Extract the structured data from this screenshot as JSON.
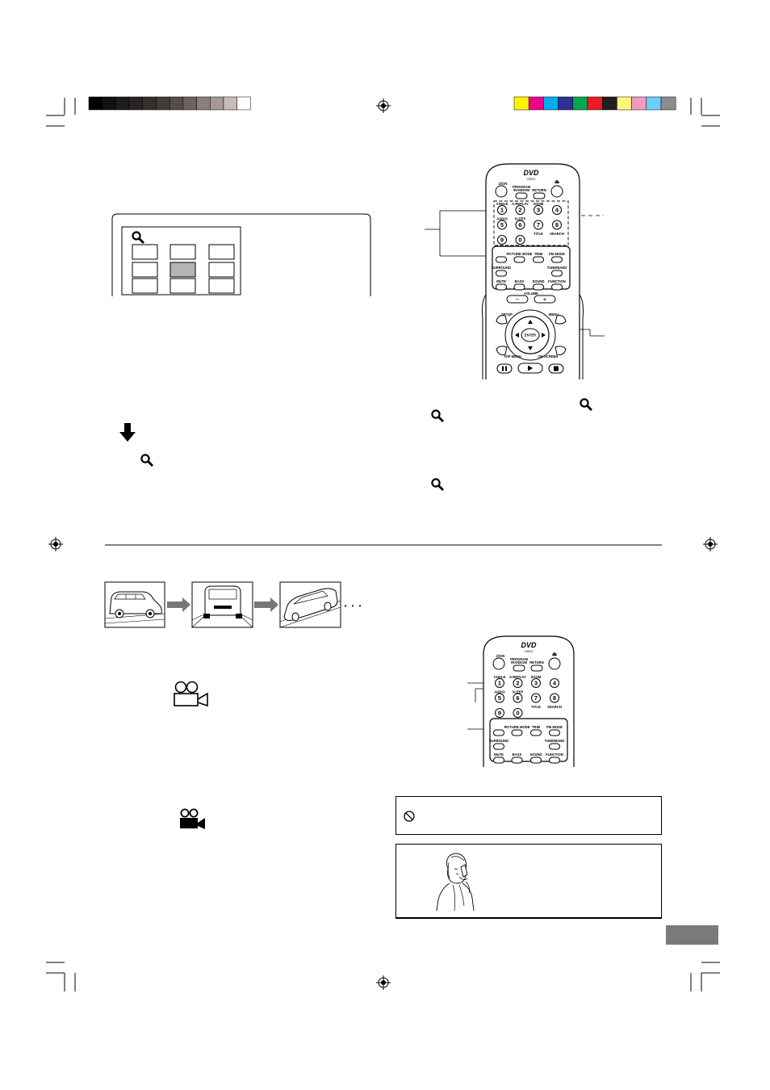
{
  "colors": {
    "gray_bar": [
      "#000000",
      "#111111",
      "#1c1c1c",
      "#282422",
      "#35302d",
      "#433c39",
      "#564c49",
      "#6d625f",
      "#8a7f7c",
      "#a59896",
      "#c7bcba",
      "#ffffff"
    ],
    "color_bar": [
      "#fff200",
      "#ec008c",
      "#00aeef",
      "#2e3192",
      "#00a651",
      "#ed1c24",
      "#231f20",
      "#fff57a",
      "#f49ac1",
      "#6dcff6",
      "#8c8c8c"
    ],
    "grid_highlight": "#b4b4b4",
    "arrow_gray": "#777777",
    "tab_gray": "#7a7a7a"
  },
  "icons": {
    "zoom": "magnifier-icon",
    "angle": "movie-camera-icon",
    "prohibited": "prohibited-icon",
    "down_arrow": "down-arrow-icon",
    "registration": "registration-mark-icon"
  },
  "remote": {
    "logo": "DVD",
    "logo_sub": "VIDEO",
    "power": "⏻/ON",
    "eject": "⏏",
    "program": "PROGRAM",
    "random": "/RANDOM",
    "return": "RETURN",
    "angle": "ANGLE",
    "a_replay": "A.REPLAY",
    "zoom": "ZOOM",
    "audio": "AUDIO",
    "sleep": "SLEEP",
    "title": "TITLE",
    "search": "SEARCH",
    "picture_mode": "PICTURE MODE",
    "trim": "TRIM",
    "fm_mode": "FM MODE",
    "surround": "SURROUND",
    "tuning_band": "TUNE/BAND",
    "mute": "MUTE",
    "bass": "BASS",
    "sound": "SOUND",
    "function": "FUNCTION",
    "volume": "VOLUME",
    "minus": "−",
    "plus": "+",
    "setup": "SETUP",
    "menu": "MENU",
    "enter": "ENTER",
    "top_menu": "TOP MENU",
    "on_screen": "ON SCREEN",
    "digits": [
      "1",
      "2",
      "3",
      "4",
      "5",
      "6",
      "7",
      "8",
      "9",
      "0"
    ]
  },
  "ellipsis_dots": "• • •"
}
